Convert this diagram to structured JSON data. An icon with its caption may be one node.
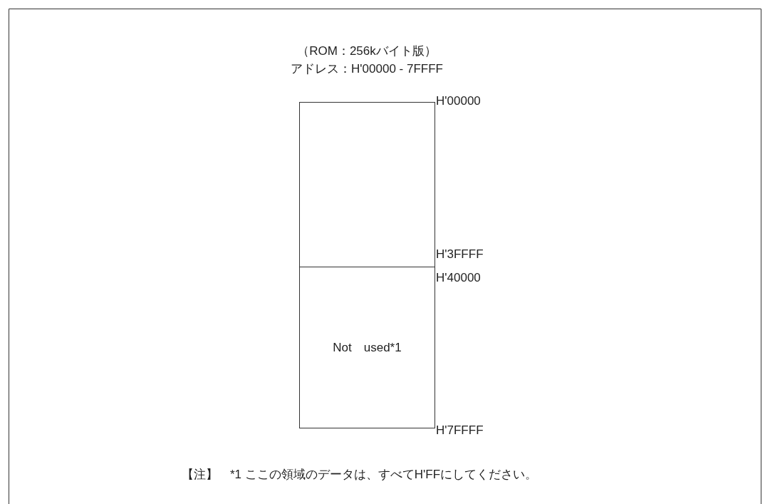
{
  "diagram": {
    "caption": "【注】　*1 ここの領域のデータは、すべてH'FFにしてください。",
    "nodes": [
      {
        "text": [],
        "shape": "box"
      },
      {
        "text": [
          "Not　used*1"
        ]
      }
    ],
    "labels": [
      "（ROM：256kバイト版）",
      "アドレス：H'00000 - 7FFFF",
      "H'00000",
      "H'3FFFF",
      "H'40000",
      "H'7FFFF"
    ]
  }
}
